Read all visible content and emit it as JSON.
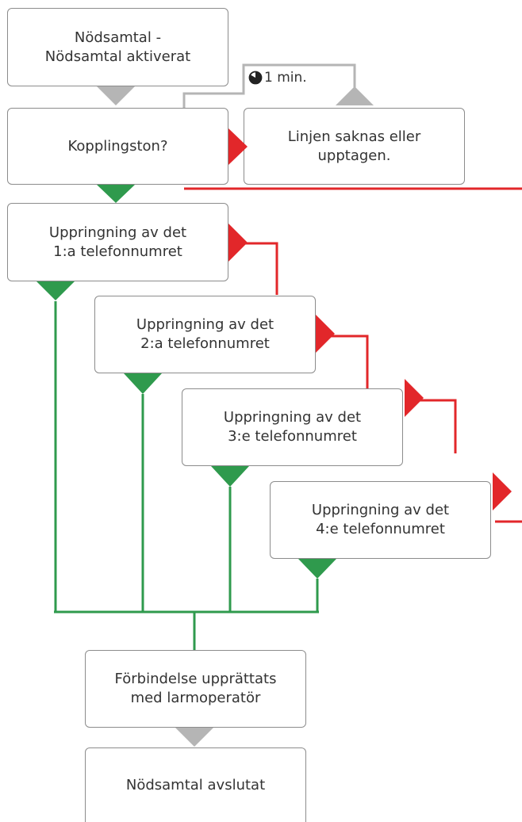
{
  "colors": {
    "green": "#2f9a4d",
    "red": "#e2272a",
    "gray": "#b5b5b5",
    "border": "#8c8c8c",
    "text": "#333333"
  },
  "nodes": {
    "start": {
      "line1": "Nödsamtal -",
      "line2": "Nödsamtal aktiverat"
    },
    "dial_tone": {
      "line1": "Kopplingston?"
    },
    "line_missing": {
      "line1": "Linjen saknas eller",
      "line2": "upptagen."
    },
    "dial_1": {
      "line1": "Uppringning av det",
      "line2": "1:a telefonnumret"
    },
    "dial_2": {
      "line1": "Uppringning av det",
      "line2": "2:a telefonnumret"
    },
    "dial_3": {
      "line1": "Uppringning av det",
      "line2": "3:e telefonnumret"
    },
    "dial_4": {
      "line1": "Uppringning av det",
      "line2": "4:e telefonnumret"
    },
    "connected": {
      "line1": "Förbindelse upprättats",
      "line2": "med larmoperatör"
    },
    "ended": {
      "line1": "Nödsamtal avslutat"
    }
  },
  "timer": {
    "icon": "timer-icon",
    "label": "1 min."
  }
}
